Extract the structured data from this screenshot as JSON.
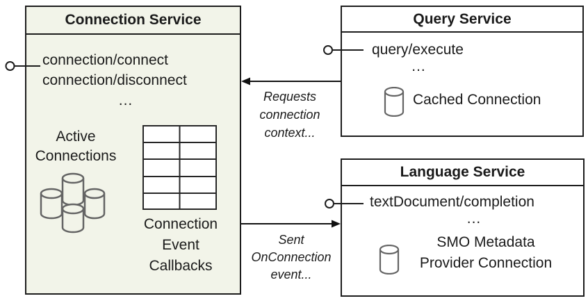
{
  "connection_service": {
    "title": "Connection Service",
    "methods": [
      "connection/connect",
      "connection/disconnect"
    ],
    "ellipsis": "...",
    "active_connections": [
      "Active",
      "Connections"
    ],
    "callbacks_caption": [
      "Connection",
      "Event",
      "Callbacks"
    ]
  },
  "query_service": {
    "title": "Query Service",
    "method": "query/execute",
    "ellipsis": "...",
    "cache_label": "Cached Connection"
  },
  "language_service": {
    "title": "Language Service",
    "method": "textDocument/completion",
    "ellipsis": "...",
    "provider_label": [
      "SMO Metadata",
      "Provider Connection"
    ]
  },
  "arrows": {
    "requests_label": [
      "Requests",
      "connection",
      "context..."
    ],
    "sent_label": [
      "Sent",
      "OnConnection",
      "event..."
    ]
  },
  "colors": {
    "connection_fill": "#f2f4e9",
    "service_fill": "#ffffff",
    "border": "#1c1c1c",
    "cylinder_stroke": "#646464",
    "text": "#1a1a1a"
  }
}
